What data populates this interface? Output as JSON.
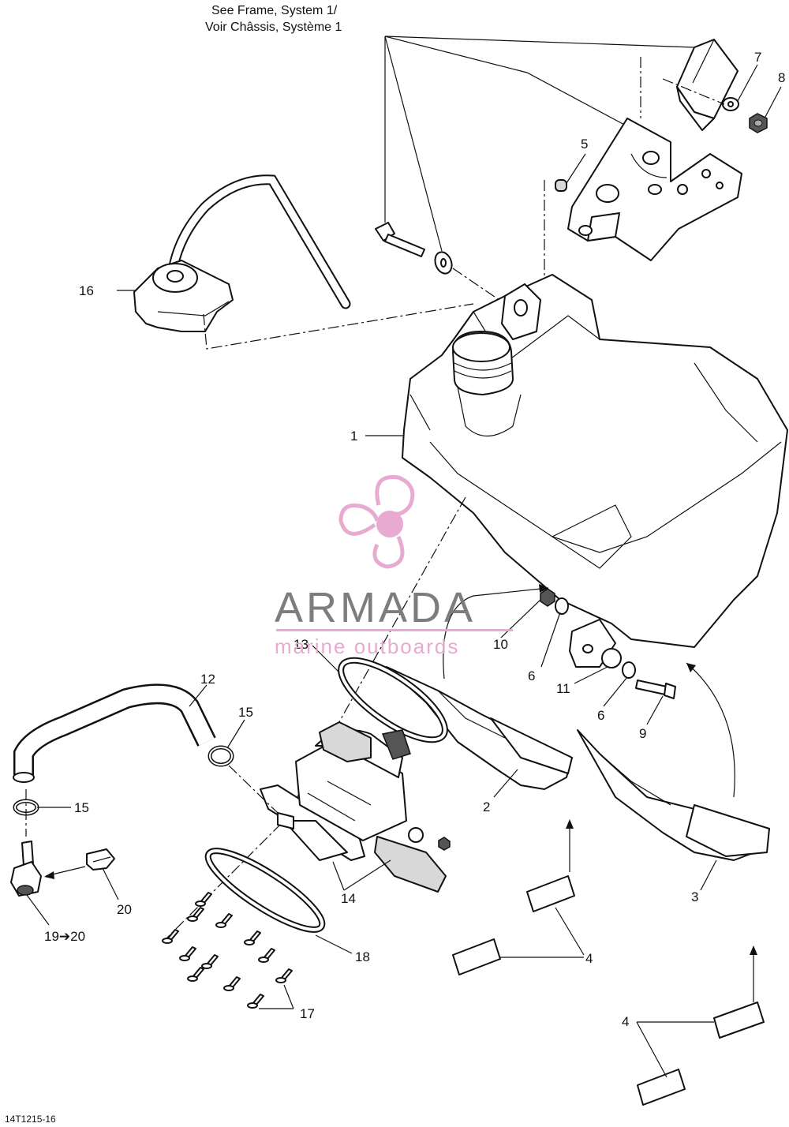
{
  "header": {
    "line1": "See Frame, System 1/",
    "line2": "Voir Châssis, Système 1"
  },
  "diagram_code": "14T1215-16",
  "callouts": {
    "c1": "1",
    "c2": "2",
    "c3": "3",
    "c4a": "4",
    "c4b": "4",
    "c5": "5",
    "c6a": "6",
    "c6b": "6",
    "c7": "7",
    "c8": "8",
    "c9": "9",
    "c10": "10",
    "c11": "11",
    "c12": "12",
    "c13": "13",
    "c14": "14",
    "c15a": "15",
    "c15b": "15",
    "c16": "16",
    "c17": "17",
    "c18": "18",
    "c1920": "19➔20",
    "c20": "20"
  },
  "watermark": {
    "brand": "ARMADA",
    "tagline": "marine outboards",
    "color": "#e7a6cf"
  }
}
